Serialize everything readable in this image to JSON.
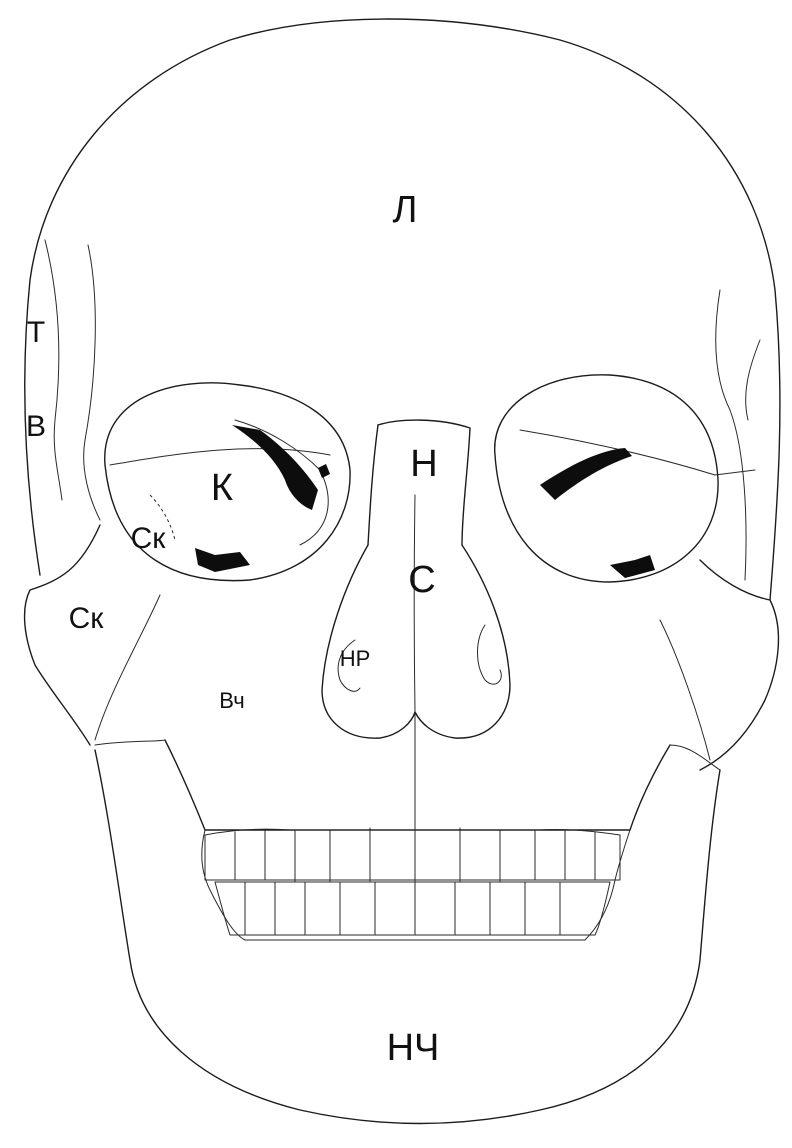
{
  "labels": {
    "frontal": "Л",
    "temporal": "Т",
    "sphenoid": "В",
    "lacrimal": "К",
    "orbital_zygomatic": "Ск",
    "zygomatic": "Ск",
    "nasal": "Н",
    "septum": "С",
    "maxilla": "Вч",
    "nasal_aperture": "НР",
    "mandible": "НЧ"
  },
  "colors": {
    "line": "#1c1c1c",
    "ink": "#0d0d0d",
    "background": "#ffffff"
  }
}
